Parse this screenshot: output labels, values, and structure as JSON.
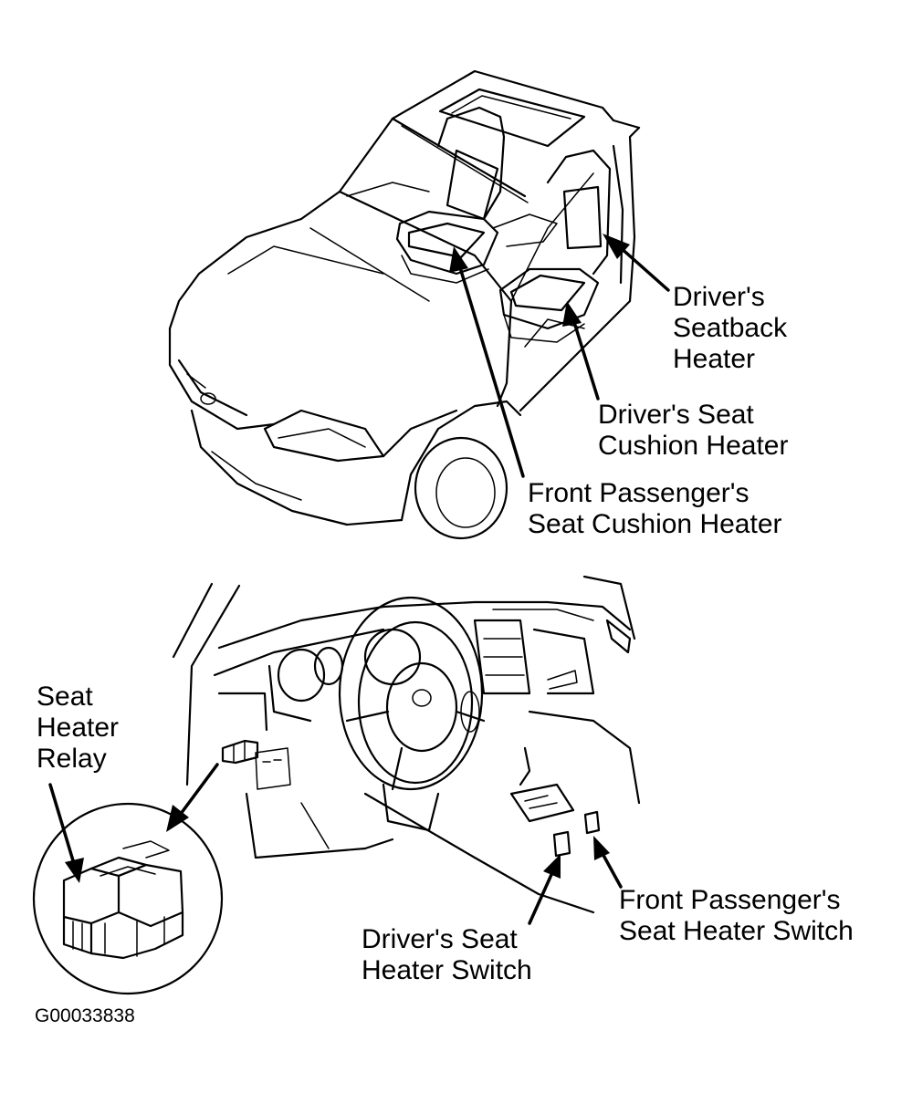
{
  "labels": {
    "drivers_seatback_heater": [
      "Driver's",
      "Seatback",
      "Heater"
    ],
    "drivers_seat_cushion_heater": [
      "Driver's Seat",
      "Cushion Heater"
    ],
    "front_passenger_seat_cushion_heater": [
      "Front Passenger's",
      "Seat Cushion Heater"
    ],
    "seat_heater_relay": [
      "Seat",
      "Heater",
      "Relay"
    ],
    "drivers_seat_heater_switch": [
      "Driver's Seat",
      "Heater Switch"
    ],
    "front_passenger_seat_heater_switch": [
      "Front Passenger's",
      "Seat Heater Switch"
    ]
  },
  "figure_id": "G00033838",
  "colors": {
    "line": "#000000",
    "background": "#ffffff"
  }
}
